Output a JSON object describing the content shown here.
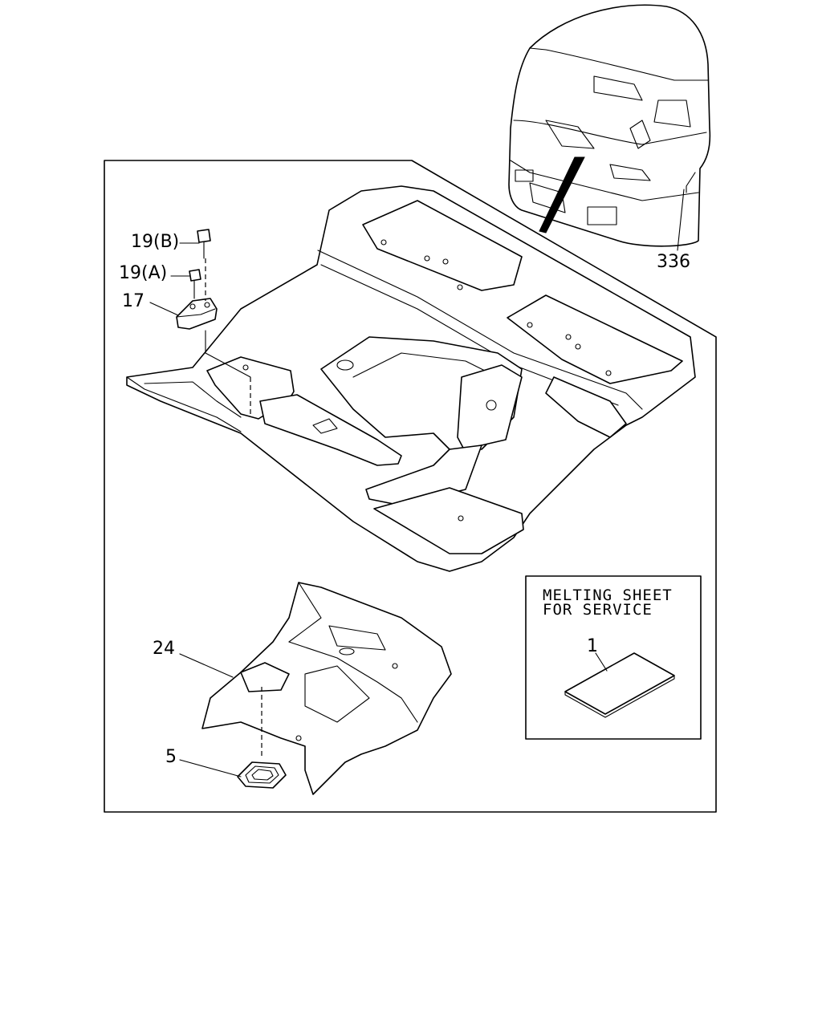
{
  "callouts": {
    "c19b": "19(B)",
    "c19a": "19(A)",
    "c17": "17",
    "c336": "336",
    "c24": "24",
    "c5": "5",
    "c1": "1"
  },
  "service_box": {
    "line1": "MELTING SHEET",
    "line2": "FOR SERVICE"
  }
}
